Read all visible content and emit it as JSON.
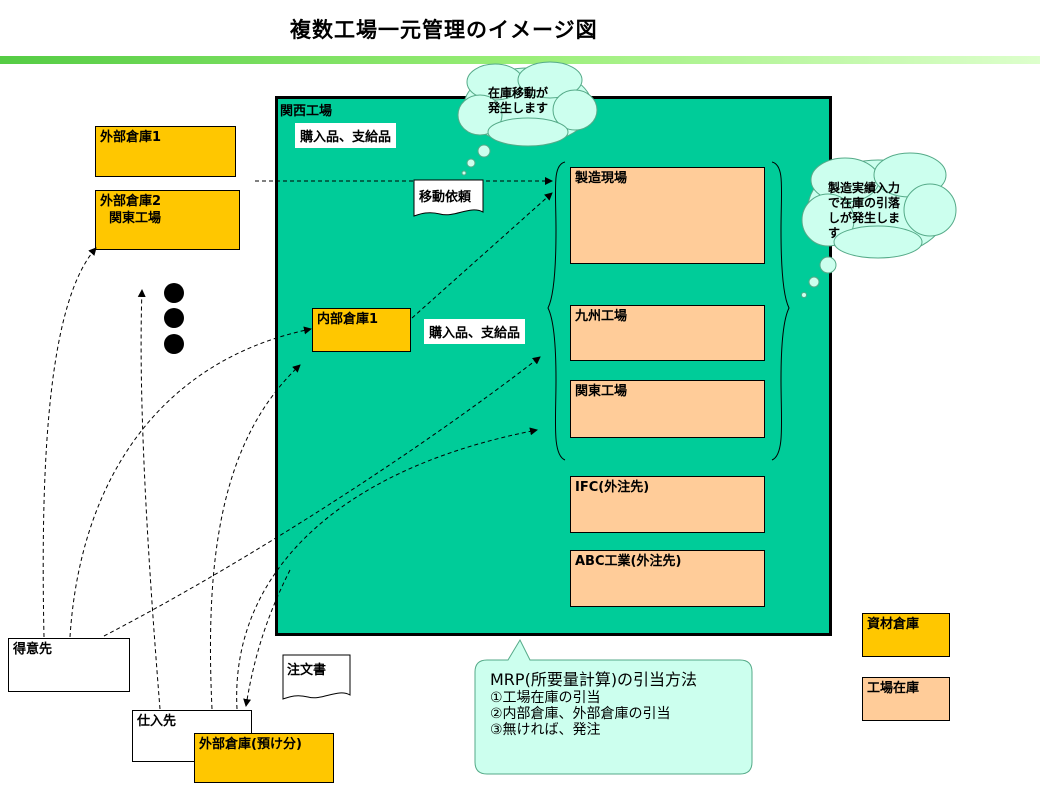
{
  "title": "複数工場一元管理のイメージ図",
  "main_region": {
    "label": "関西工場"
  },
  "labels": {
    "purchase_top": "購入品、支給品",
    "purchase_mid": "購入品、支給品"
  },
  "boxes": {
    "ext_warehouse1": "外部倉庫1",
    "ext_warehouse2": "外部倉庫2\n  関東工場",
    "int_warehouse1": "内部倉庫1",
    "mfg_site": "製造現場",
    "kyushu": "九州工場",
    "kanto": "関東工場",
    "ifc": "IFC(外注先)",
    "abc": "ABC工業(外注先)",
    "customer": "得意先",
    "supplier": "仕入先",
    "ext_consign": "外部倉庫(預け分)"
  },
  "documents": {
    "move_request": "移動依頼",
    "order": "注文書"
  },
  "clouds": {
    "move_note": "在庫移動が\n発生します",
    "withdraw_note": "製造実績入力\nで在庫の引落\nしが発生しま\nす"
  },
  "legend": {
    "material": "資材倉庫",
    "factory": "工場在庫"
  },
  "mrp_note": {
    "title": "MRP(所要量計算)の引当方法",
    "lines": [
      "①工場在庫の引当",
      "②内部倉庫、外部倉庫の引当",
      "③無ければ、発注"
    ]
  },
  "colors": {
    "yellow": "#ffc700",
    "peach": "#ffcc99",
    "green": "#00cc99",
    "cloud": "#ccffee"
  }
}
